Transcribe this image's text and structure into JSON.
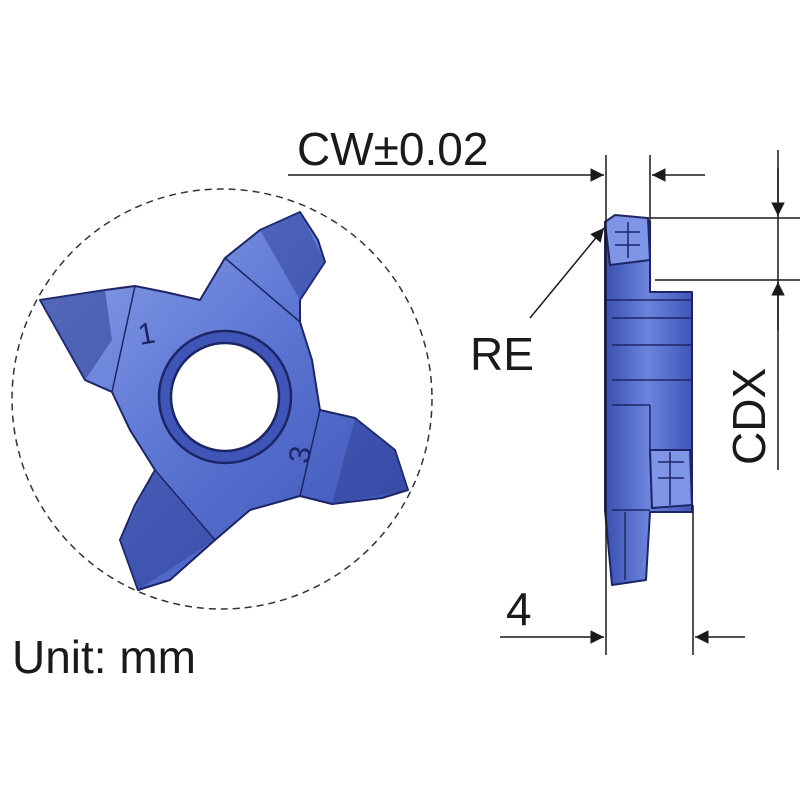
{
  "labels": {
    "cw": "CW±0.02",
    "re": "RE",
    "cdx": "CDX",
    "four": "4",
    "unit": "Unit: mm"
  },
  "insert_marks": {
    "mark_top": "1",
    "mark_right": "3"
  },
  "colors": {
    "insert_main": "#5a74d2",
    "insert_dark": "#2e3f95",
    "insert_light": "#8fa4ea",
    "outline": "#1c2566",
    "line": "#1a1a1a"
  },
  "icons": {
    "insert_front": "four-tooth-grooving-insert",
    "insert_side": "insert-side-profile"
  }
}
